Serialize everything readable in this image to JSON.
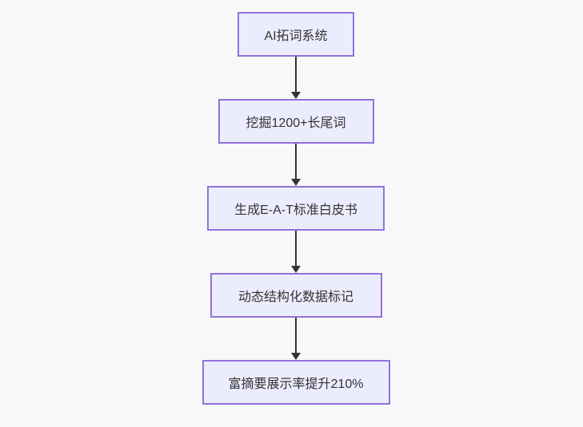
{
  "diagram": {
    "type": "flowchart",
    "direction": "top-down",
    "nodes": [
      {
        "id": "A",
        "label": "AI拓词系统"
      },
      {
        "id": "B",
        "label": "挖掘1200+长尾词"
      },
      {
        "id": "C",
        "label": "生成E-A-T标准白皮书"
      },
      {
        "id": "D",
        "label": "动态结构化数据标记"
      },
      {
        "id": "E",
        "label": "富摘要展示率提升210%"
      }
    ],
    "edges": [
      {
        "from": "A",
        "to": "B",
        "style": "solid",
        "arrowhead": "filled-triangle-down"
      },
      {
        "from": "B",
        "to": "C",
        "style": "solid",
        "arrowhead": "filled-triangle-down"
      },
      {
        "from": "C",
        "to": "D",
        "style": "solid",
        "arrowhead": "filled-triangle-down"
      },
      {
        "from": "D",
        "to": "E",
        "style": "solid",
        "arrowhead": "filled-triangle-down"
      }
    ],
    "colors": {
      "background": "#f8f8f8",
      "node_fill": "#ECECFF",
      "node_border": "#9370DB",
      "text": "#333333",
      "arrow": "#333333"
    }
  }
}
